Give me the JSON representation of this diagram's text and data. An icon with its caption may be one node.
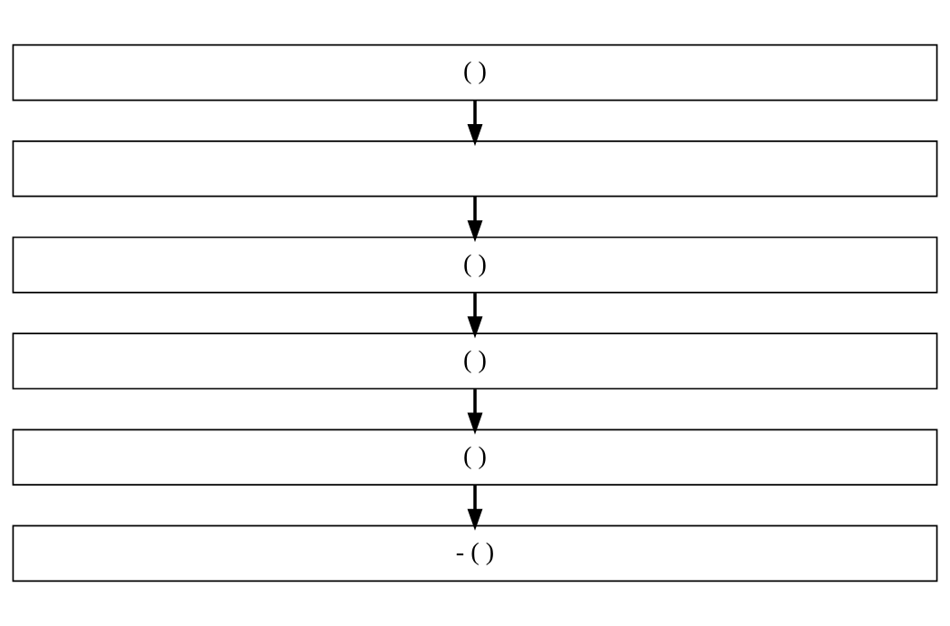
{
  "diagram": {
    "nodes": [
      {
        "text": [
          "( )"
        ]
      },
      {
        "text": [],
        "shape": "box"
      },
      {
        "text": [
          "( )"
        ]
      },
      {
        "text": [
          "( )"
        ]
      },
      {
        "text": [
          "( )"
        ]
      },
      {
        "text": [
          "- ( )"
        ]
      }
    ],
    "edges": [
      {
        "from": 0,
        "to": 1,
        "arrow": "to"
      },
      {
        "from": 1,
        "to": 2,
        "arrow": "to"
      },
      {
        "from": 2,
        "to": 3,
        "arrow": "to"
      },
      {
        "from": 3,
        "to": 4,
        "arrow": "to"
      },
      {
        "from": 4,
        "to": 5,
        "arrow": "to"
      }
    ]
  }
}
